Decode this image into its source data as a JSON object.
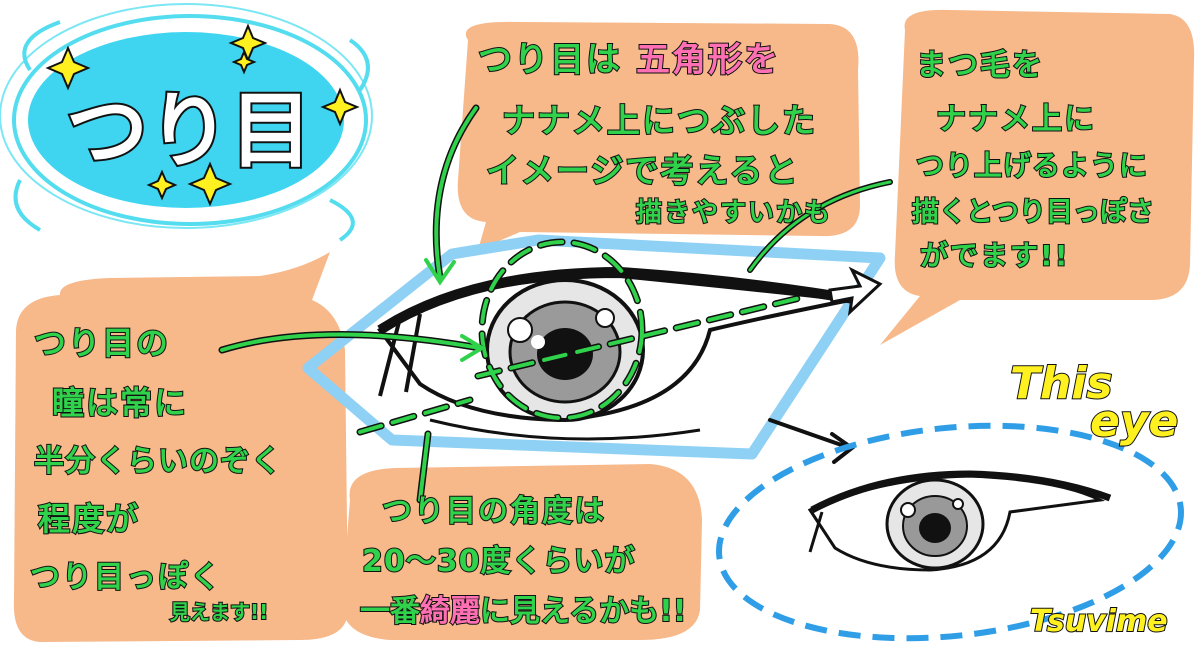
{
  "title": {
    "text": "つり目",
    "colors": {
      "badge": "#3fd5f0",
      "badge_ring": "#54dcef",
      "sparkle": "#fff01f"
    }
  },
  "bubble_color": "#f7b88a",
  "guide_color": "#2fd24a",
  "shape_color": "#8fd1f5",
  "dash_color": "#2f9ee6",
  "notes": {
    "top": {
      "lines": [
        [
          {
            "text": "つり目は",
            "color": "green"
          },
          {
            "text": "五角形を",
            "color": "pink"
          }
        ],
        [
          {
            "text": "ナナメ上につぶした",
            "color": "green"
          }
        ],
        [
          {
            "text": "イメージで考えると",
            "color": "green"
          }
        ],
        [
          {
            "text": "描きやすいかも",
            "color": "green"
          }
        ]
      ]
    },
    "right": {
      "lines": [
        [
          {
            "text": "まつ毛を",
            "color": "green"
          }
        ],
        [
          {
            "text": "ナナメ上に",
            "color": "green"
          }
        ],
        [
          {
            "text": "つり上げるように",
            "color": "green"
          }
        ],
        [
          {
            "text": "描くとつり目っぽさ",
            "color": "green"
          }
        ],
        [
          {
            "text": "がでます!!",
            "color": "green"
          }
        ]
      ]
    },
    "left": {
      "lines": [
        [
          {
            "text": "つり目の",
            "color": "green"
          }
        ],
        [
          {
            "text": "瞳は常に",
            "color": "green"
          }
        ],
        [
          {
            "text": "半分くらいのぞく",
            "color": "green"
          }
        ],
        [
          {
            "text": "程度が",
            "color": "green"
          }
        ],
        [
          {
            "text": "つり目っぽく",
            "color": "green"
          }
        ],
        [
          {
            "text": "見えます!!",
            "color": "green"
          }
        ]
      ]
    },
    "bottom": {
      "lines": [
        [
          {
            "text": "つり目の角度は",
            "color": "green"
          }
        ],
        [
          {
            "text": "20〜30度くらいが",
            "color": "green"
          }
        ],
        [
          {
            "text": "一番",
            "color": "green"
          },
          {
            "text": "綺麗",
            "color": "pink"
          },
          {
            "text": "に見えるかも!!",
            "color": "green"
          }
        ]
      ]
    }
  },
  "english": {
    "line1": "This",
    "line2": "eye",
    "signature": "Tsuvime"
  },
  "icons": {
    "eye_large": "eye-icon",
    "eye_small": "eye-icon",
    "sparkles": "sparkle-icon"
  }
}
